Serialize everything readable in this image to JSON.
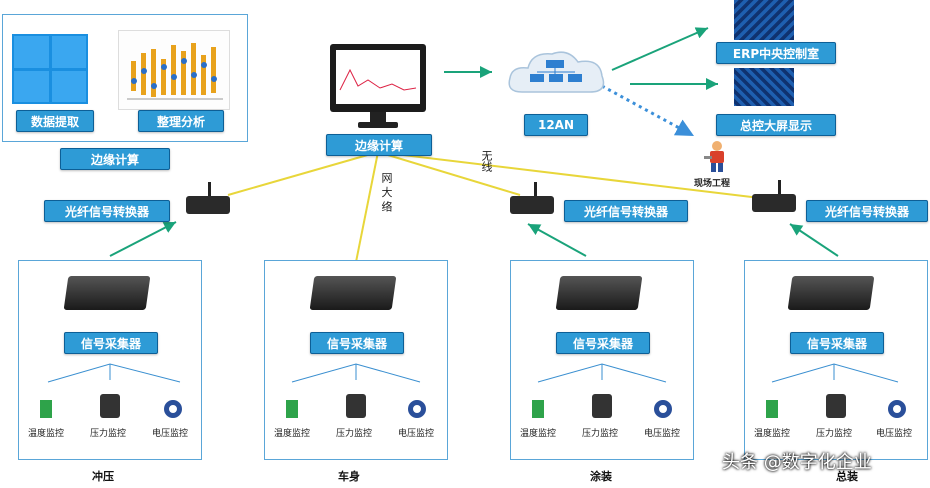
{
  "top_left": {
    "data_extract_label": "数据提取",
    "analysis_label": "整理分析",
    "edge_compute_label": "边缘计算"
  },
  "center": {
    "edge_compute_label": "边缘计算",
    "lan_label": "12AN"
  },
  "right": {
    "control_room_label": "ERP中央控制室",
    "screen_label": "总控大屏显示",
    "worker_label": "现场工程"
  },
  "links": {
    "vertical_label": "网 大 络",
    "wireless_label": "无线"
  },
  "converters": [
    {
      "label": "光纤信号转换器"
    },
    {
      "label": "光纤信号转换器"
    },
    {
      "label": "光纤信号转换器"
    }
  ],
  "stations": [
    {
      "collector_label": "信号采集器",
      "sensors": [
        "温度监控",
        "压力监控",
        "电压监控"
      ],
      "site": "冲压"
    },
    {
      "collector_label": "信号采集器",
      "sensors": [
        "温度监控",
        "压力监控",
        "电压监控"
      ],
      "site": "车身"
    },
    {
      "collector_label": "信号采集器",
      "sensors": [
        "温度监控",
        "压力监控",
        "电压监控"
      ],
      "site": "涂装"
    },
    {
      "collector_label": "信号采集器",
      "sensors": [
        "温度监控",
        "压力监控",
        "电压监控"
      ],
      "site": "总装"
    }
  ],
  "watermark": "头条 @数字化企业",
  "colors": {
    "label_bg": "#2e9bd6",
    "line_yellow": "#e8d63a",
    "line_green": "#1aa37a",
    "line_blue": "#3b8fd9"
  }
}
